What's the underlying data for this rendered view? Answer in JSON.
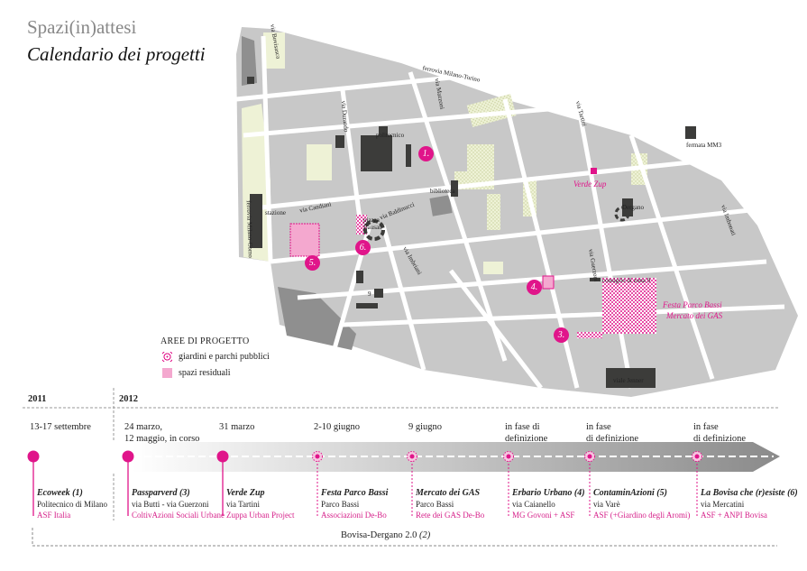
{
  "title": "Spazi(in)attesi",
  "subtitle": "Calendario dei progetti",
  "map": {
    "labels": [
      "via Bovisasca",
      "ferrovia Milano-Torino",
      "via Durando",
      "via Mazzoni",
      "via Tartini",
      "politecnico",
      "biblioteca",
      "fermata MM3",
      "stazione",
      "via Candiani",
      "ferrovia Milano-Como",
      "piazza Bausan",
      "via Baldinucci",
      "via Imbriani",
      "via Imbonati",
      "Dergano",
      "via Guerzoni",
      "consiglio di zona 9",
      "viale Jenner",
      "9"
    ],
    "highlights": [
      "Verde Zup",
      "Festa Parco Bassi",
      "Mercato dei GAS"
    ],
    "markers": [
      "1.",
      "3.",
      "4.",
      "5.",
      "6."
    ]
  },
  "legend": {
    "title": "AREE DI PROGETTO",
    "items": [
      {
        "label": "giardini e parchi pubblici",
        "color": "#e0158a"
      },
      {
        "label": "spazi residuali",
        "color": "#f4a8cf"
      }
    ]
  },
  "timeline": {
    "years": [
      "2011",
      "2012"
    ],
    "events": [
      {
        "date": [
          "13-17 settembre"
        ],
        "name": "Ecoweek (1)",
        "place": "Politecnico di Milano",
        "org": "ASF Italia",
        "status": "done"
      },
      {
        "date": [
          "24 marzo,",
          "12 maggio,  in corso"
        ],
        "name": "Passparverd (3)",
        "place": "via Butti - via Guerzoni",
        "org": "ColtivAzioni Sociali Urbane",
        "status": "done"
      },
      {
        "date": [
          "31 marzo"
        ],
        "name": "Verde Zup",
        "place": "via Tartini",
        "org": "Zuppa Urban Project",
        "status": "done"
      },
      {
        "date": [
          "2-10 giugno"
        ],
        "name": "Festa Parco Bassi",
        "place": "Parco Bassi",
        "org": "Associazioni De-Bo",
        "status": "planned"
      },
      {
        "date": [
          "9 giugno"
        ],
        "name": "Mercato dei GAS",
        "place": "Parco Bassi",
        "org": "Rete dei GAS De-Bo",
        "status": "planned"
      },
      {
        "date": [
          "in fase di",
          "definizione"
        ],
        "name": "Erbario Urbano (4)",
        "place": "via Caianello",
        "org": "MG Govoni + ASF",
        "status": "planned"
      },
      {
        "date": [
          "in fase",
          "di definizione"
        ],
        "name": "ContaminAzioni (5)",
        "place": "via Varè",
        "org": "ASF (+Giardino degli Aromi)",
        "status": "planned"
      },
      {
        "date": [
          "in fase",
          "di definizione"
        ],
        "name": "La Bovisa che (r)esiste (6)",
        "place": "via Mercatini",
        "org": "ASF + ANPI Bovisa",
        "status": "planned"
      }
    ],
    "span_label": "Bovisa-Dergano 2.0",
    "span_num": "(2)"
  },
  "colors": {
    "accent": "#e0158a",
    "map_block": "#c8c8c8",
    "green": "#eef2d6",
    "building": "#3c3c3a"
  }
}
